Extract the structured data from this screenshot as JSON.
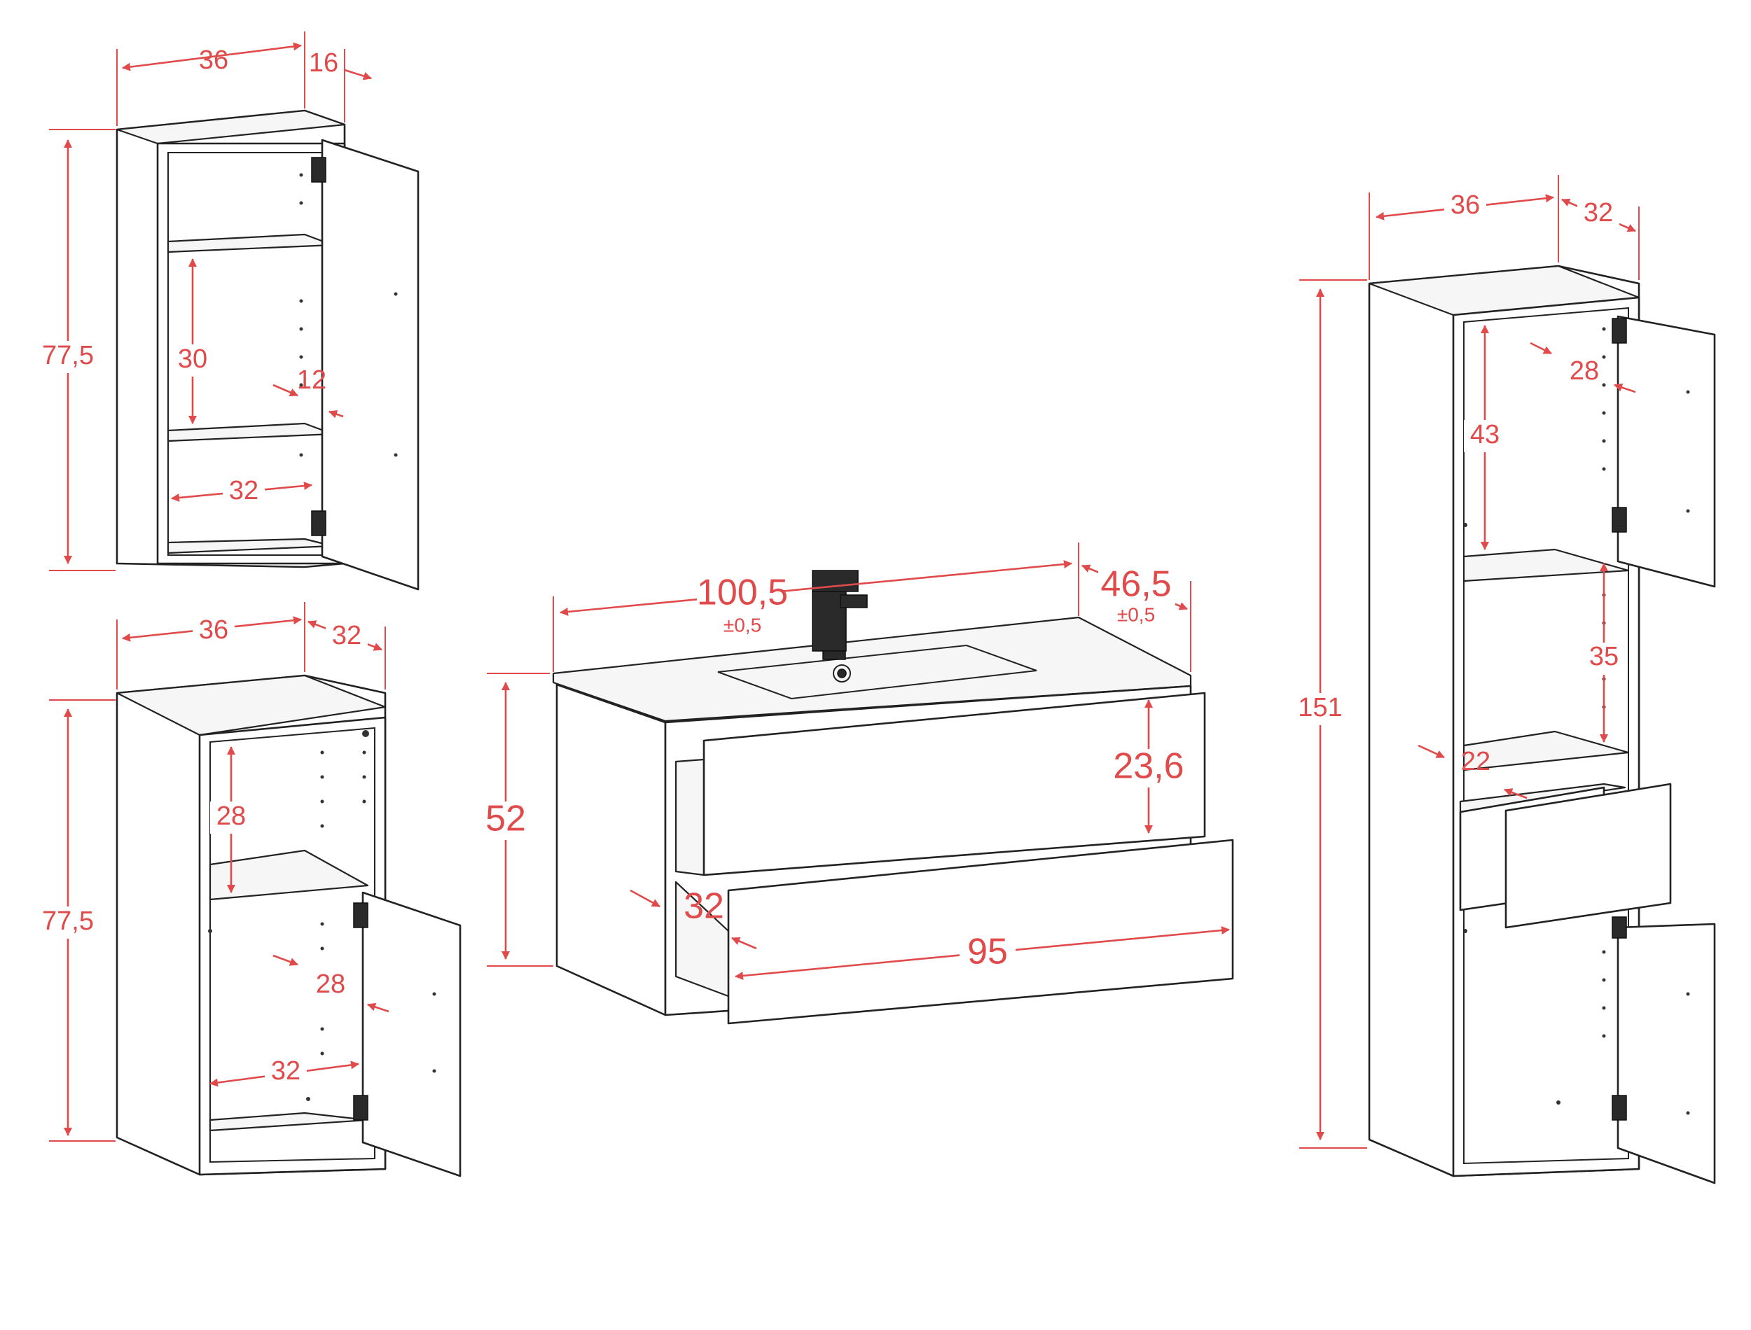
{
  "colors": {
    "dimension": "#e04a4a",
    "outline": "#222222",
    "background": "#ffffff"
  },
  "wall_cabinet": {
    "width": "36",
    "depth": "16",
    "height": "77,5",
    "shelf_spacing": "30",
    "shelf_depth": "12",
    "inner_width": "32"
  },
  "base_cabinet": {
    "width": "36",
    "depth": "32",
    "height": "77,5",
    "shelf_spacing": "28",
    "shelf_depth": "28",
    "inner_width": "32"
  },
  "vanity": {
    "width": "100,5",
    "width_tolerance": "±0,5",
    "depth": "46,5",
    "depth_tolerance": "±0,5",
    "height": "52",
    "drawer_height": "23,6",
    "drawer_depth": "32",
    "drawer_width": "95"
  },
  "tall_cabinet": {
    "width": "36",
    "depth": "32",
    "height": "151",
    "upper_shelf_spacing": "43",
    "upper_shelf_depth": "28",
    "middle_shelf_spacing": "35",
    "drawer_depth": "22"
  }
}
